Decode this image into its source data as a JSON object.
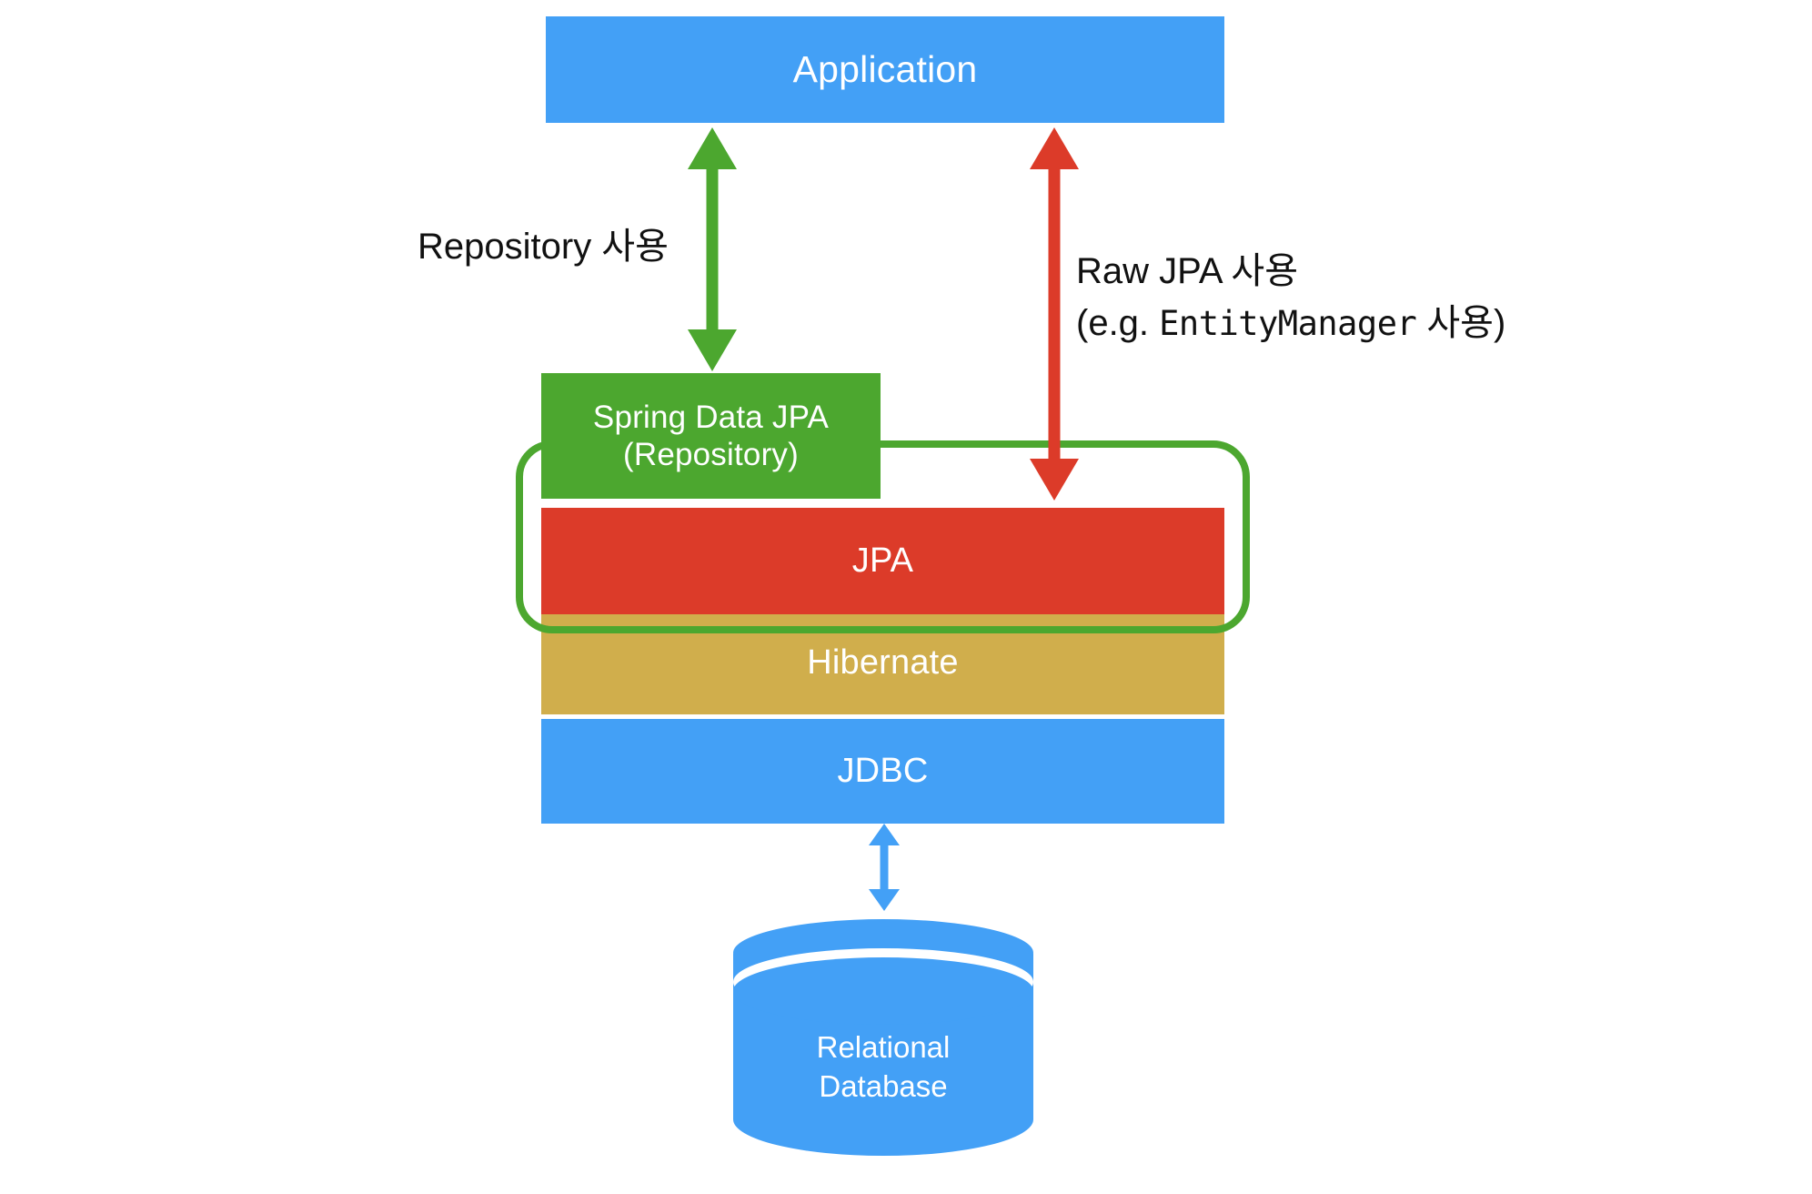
{
  "diagram": {
    "title": "Spring Data JPA layering diagram",
    "colors": {
      "blue": "#43a0f6",
      "green": "#4ca72f",
      "red": "#dc3b29",
      "gold": "#d0ae4c",
      "background": "#ffffff",
      "text_dark": "#111111",
      "text_light": "#ffffff"
    },
    "layers": {
      "application": "Application",
      "spring_data_jpa_line1": "Spring Data JPA",
      "spring_data_jpa_line2": "(Repository)",
      "jpa": "JPA",
      "hibernate": "Hibernate",
      "jdbc": "JDBC",
      "database_line1": "Relational",
      "database_line2": "Database"
    },
    "labels": {
      "repository_usage": "Repository 사용",
      "raw_jpa_usage_line1": "Raw JPA 사용",
      "raw_jpa_usage_line2_prefix": "(e.g. ",
      "raw_jpa_usage_line2_mono": "EntityManager",
      "raw_jpa_usage_line2_suffix": " 사용)"
    },
    "arrows": {
      "application_to_spring_data": {
        "name": "green-double-arrow",
        "color": "#4ca72f",
        "direction": "bidirectional"
      },
      "application_to_jpa": {
        "name": "red-double-arrow",
        "color": "#dc3b29",
        "direction": "bidirectional"
      },
      "jdbc_to_database": {
        "name": "blue-double-arrow",
        "color": "#43a0f6",
        "direction": "bidirectional"
      }
    },
    "group_outline": {
      "name": "spring-data-jpa-scope-outline",
      "color": "#4ca72f"
    }
  }
}
